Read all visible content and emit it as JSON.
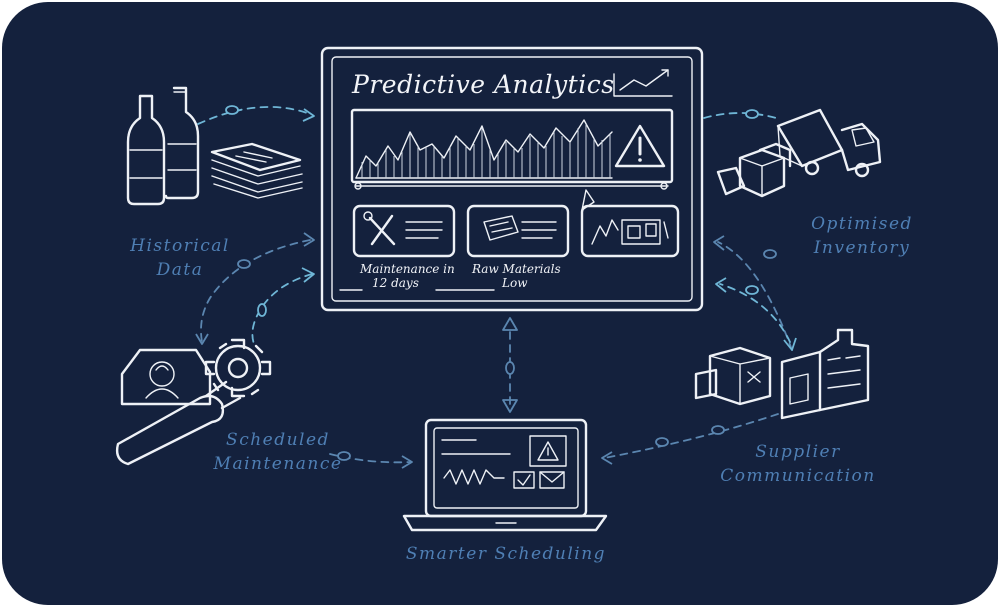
{
  "dashboard": {
    "title": "Predictive Analytics",
    "maintenance_text": "Maintenance in",
    "maintenance_days": "12 days",
    "raw_materials_text": "Raw Materials",
    "raw_materials_status": "Low"
  },
  "labels": {
    "historical_1": "Historical",
    "historical_2": "Data",
    "optimised_1": "Optimised",
    "optimised_2": "Inventory",
    "scheduled_1": "Scheduled",
    "scheduled_2": "Maintenance",
    "supplier_1": "Supplier",
    "supplier_2": "Communication",
    "smarter": "Smarter Scheduling"
  },
  "colors": {
    "background": "#14213d",
    "chalk": "#eef1f6",
    "flow_light": "#6fb6d6",
    "flow_dim": "#5b86b0",
    "label": "#4f7fb4"
  },
  "icons": [
    "wine-bottles-icon",
    "document-stack-icon",
    "delivery-truck-icon",
    "boxes-icon",
    "warehouse-icon",
    "wrench-icon",
    "gear-icon",
    "worker-icon",
    "laptop-icon",
    "warning-icon",
    "trend-icon"
  ]
}
